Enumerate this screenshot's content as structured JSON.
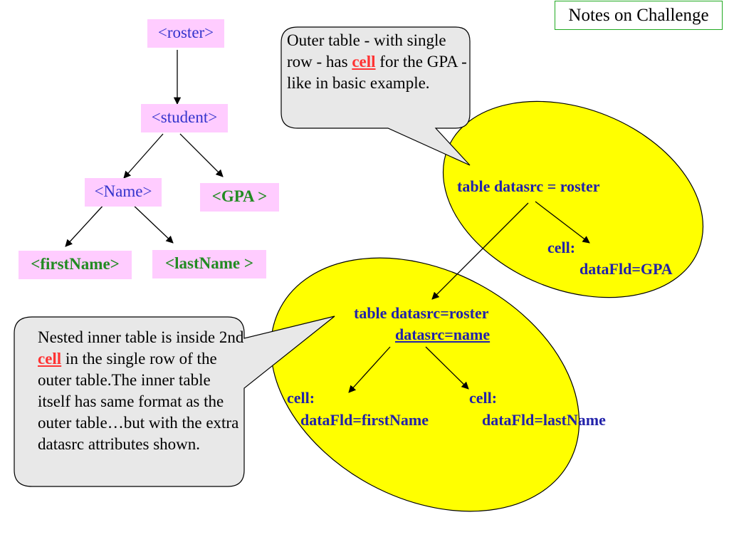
{
  "title": "Notes on Challenge",
  "tree": {
    "roster": "<roster>",
    "student": "<student>",
    "name": "<Name>",
    "gpa": "<GPA >",
    "first_name": "<firstName>",
    "last_name": "<lastName >"
  },
  "callout_outer": {
    "part1": "Outer table - with single row - has ",
    "keyword": "cell",
    "part2": " for the GPA - like in basic example."
  },
  "callout_inner": {
    "part1": "Nested inner table is inside 2nd ",
    "keyword": "cell",
    "part2": " in the single row of the outer table.The inner table itself has same format as the outer table…but with the extra datasrc attributes shown."
  },
  "outer_oval": {
    "table": "table datasrc = roster",
    "cell_label": "cell:",
    "cell_field": "dataFld=GPA"
  },
  "inner_oval": {
    "table": "table datasrc=roster",
    "datasrc": "datasrc=name",
    "cell1_label": "cell:",
    "cell1_field": "dataFld=firstName",
    "cell2_label": "cell:",
    "cell2_field": "dataFld=lastName"
  },
  "colors": {
    "node_fill": "#ffccff",
    "oval_fill": "#ffff00",
    "callout_fill": "#e8e8e8",
    "title_border": "#22aa22",
    "keyword": "#ff3333"
  }
}
